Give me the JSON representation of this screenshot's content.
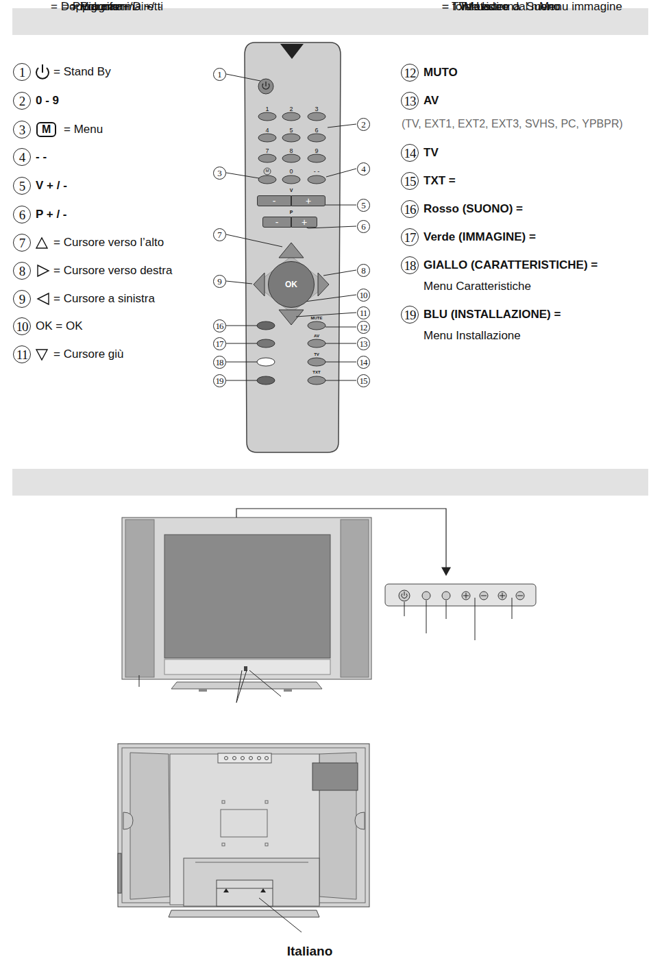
{
  "diagram": {
    "nodes": [
      {
        "text": [
          "-"
        ]
      },
      {
        "text": [
          "+"
        ]
      },
      {
        "text": [
          "-"
        ]
      },
      {
        "text": [
          "+"
        ]
      },
      {
        "text": [
          "OK"
        ]
      }
    ],
    "labels": [
      "1",
      "= Stand By",
      "2",
      "0 - 9",
      "= Programmi Diretti",
      "3",
      "M",
      "= Menu",
      "4",
      "- -",
      "= Doppia cifra",
      "5",
      "V + / -",
      "= Volume +/ -",
      "6",
      "P + / -",
      "= Programma +/ -",
      "7",
      "= Cursore verso l’alto",
      "8",
      "= Cursore verso destra",
      "9",
      "= Cursore a sinistra",
      "10",
      "OK = OK",
      "11",
      "= Cursore giù",
      "12",
      "MUTO",
      ": Muto",
      "13",
      "AV",
      "= fonte esterna",
      "(TV, EXT1, EXT2, EXT3, SVHS, PC, YPBPR)",
      "14",
      "TV",
      "= TV / Uscire dal menu",
      "15",
      "TXT =",
      "Televideo",
      "16",
      "Rosso (SUONO) =",
      "Suono",
      "17",
      "Verde (IMMAGINE) =",
      "Menu immagine",
      "18",
      "GIALLO (CARATTERISTICHE) =",
      "Menu Caratteristiche",
      "19",
      "BLU (INSTALLAZIONE) =",
      "Menu Installazione",
      "1",
      "2",
      "3",
      "4",
      "5",
      "6",
      "7",
      "8",
      "9",
      "M",
      "0",
      "- -",
      "V",
      "P",
      "MUTE",
      "AV",
      "TV",
      "TXT",
      "1",
      "2",
      "3",
      "4",
      "5",
      "6",
      "7",
      "8",
      "9",
      "10",
      "11",
      "12",
      "13",
      "14",
      "15",
      "16",
      "17",
      "18",
      "19",
      "Italiano"
    ]
  }
}
